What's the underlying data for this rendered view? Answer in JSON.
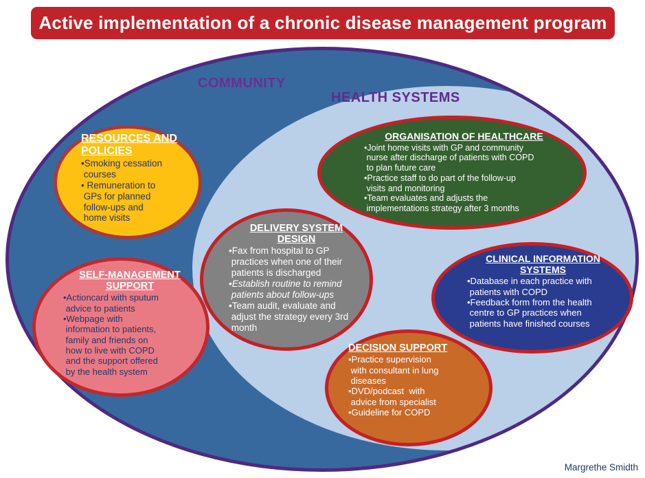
{
  "banner": {
    "title": "Active implementation of a chronic disease management program"
  },
  "labels": {
    "community": "COMMUNITY",
    "health_systems": "HEALTH SYSTEMS"
  },
  "nodes": {
    "resources": {
      "title": "RESOURCES AND\nPOLICIES",
      "items": [
        "•Smoking cessation\n courses",
        "• Remuneration to\n GPs for planned\n follow-ups and\n home visits"
      ]
    },
    "self_management": {
      "title": "SELF-MANAGEMENT\nSUPPORT",
      "items": [
        "•Actioncard with sputum\n advice to patients",
        "•Webpage with\n information to patients,\n family and friends on\n how to live with COPD\n and the support offered\n by the health system"
      ]
    },
    "delivery": {
      "title": "DELIVERY SYSTEM\nDESIGN",
      "items": [
        "•Fax from hospital to GP\n practices when one of their\n patients is discharged",
        "•Establish routine to remind\n patients about follow-ups",
        "•Team audit, evaluate and\n adjust the strategy every 3rd\n month"
      ],
      "item_1_italic": true
    },
    "organisation": {
      "title": "ORGANISATION OF HEALTHCARE",
      "items": [
        "•Joint home visits with GP and community\n nurse after discharge of patients with COPD\n to plan future care",
        "•Practice staff to do part of the follow-up\n visits and monitoring",
        "•Team evaluates and adjusts the\n implementations strategy after 3 months"
      ]
    },
    "clinical": {
      "title": "CLINICAL INFORMATION\nSYSTEMS",
      "items": [
        "•Database in each practice with\n patients with COPD",
        "•Feedback form from the health\n centre to GP practices when\n patients have finished courses"
      ]
    },
    "decision": {
      "title": "DECISION SUPPORT",
      "items": [
        "•Practice supervision\n with consultant in lung\n diseases",
        "•DVD/podcast  with\n advice from specialist",
        "•Guideline for COPD"
      ]
    }
  },
  "credit": "Margrethe Smidth",
  "colors": {
    "banner_bg": "#C2232A",
    "banner_text": "#FFFFFF",
    "community_fill": "#38699E",
    "community_border": "#4E2A82",
    "health_systems_fill": "#BACFE8",
    "community_label_text": "#692F94",
    "health_systems_label_text": "#5D2C90",
    "resources_fill": "#FEC011",
    "resources_border": "#A93A3C",
    "self_management_fill": "#E97A83",
    "self_management_border": "#C2282E",
    "delivery_fill": "#828282",
    "organisation_fill": "#356030",
    "clinical_fill": "#2A3C90",
    "decision_fill": "#C96A29",
    "red_border": "#C52025",
    "dark_navy_text": "#27366B",
    "credit_text": "#203864"
  }
}
